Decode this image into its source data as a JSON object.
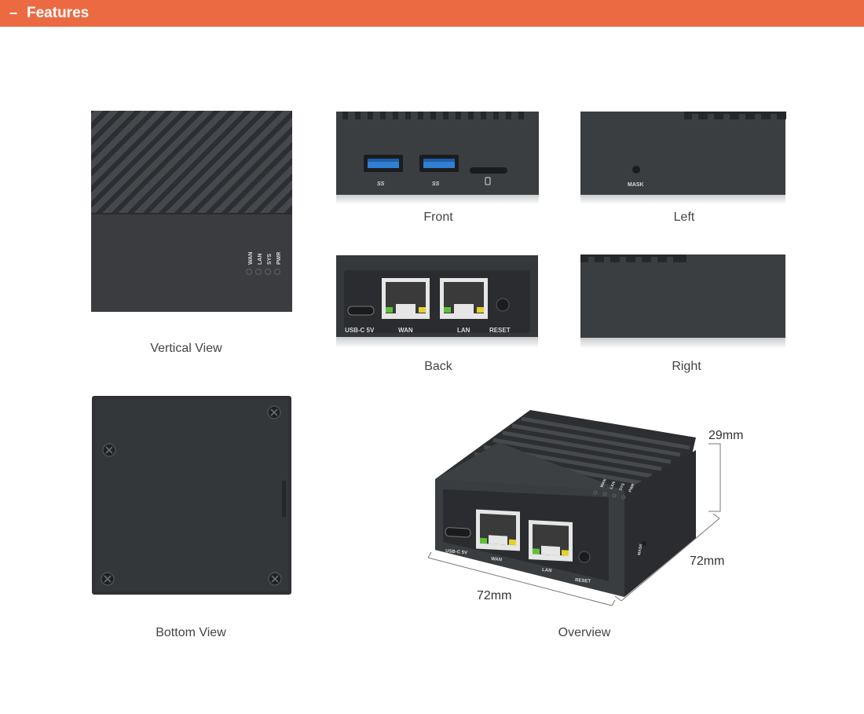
{
  "section": {
    "collapse_symbol": "−",
    "title": "Features"
  },
  "views": {
    "vertical": {
      "caption": "Vertical View",
      "led_labels": [
        "WAN",
        "LAN",
        "SYS",
        "PWR"
      ]
    },
    "front": {
      "caption": "Front",
      "port_logo": "SS"
    },
    "left": {
      "caption": "Left",
      "mask_label": "MASK"
    },
    "back": {
      "caption": "Back",
      "labels": {
        "usb": "USB-C 5V",
        "wan": "WAN",
        "lan": "LAN",
        "reset": "RESET"
      }
    },
    "right": {
      "caption": "Right"
    },
    "bottom": {
      "caption": "Bottom View"
    },
    "overview": {
      "caption": "Overview",
      "height": "29mm",
      "depth": "72mm",
      "width": "72mm",
      "labels": {
        "usb": "USB-C 5V",
        "wan": "WAN",
        "lan": "LAN",
        "reset": "RESET",
        "mask": "MASK",
        "leds": [
          "WAN",
          "LAN",
          "SYS",
          "PWR"
        ]
      }
    }
  },
  "colors": {
    "accent": "#ec6a42",
    "case": "#3a3d40",
    "usb_blue": "#2f7fd3",
    "led_green": "#5fbf3a",
    "led_yellow": "#e6d22a"
  }
}
